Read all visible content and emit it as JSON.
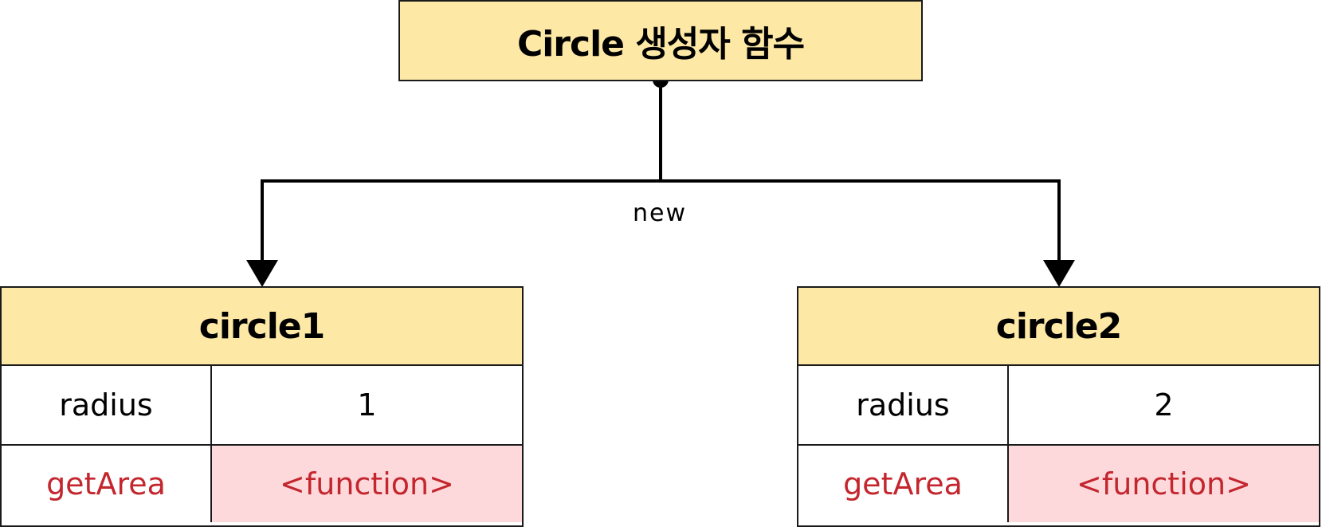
{
  "constructor": {
    "title": "Circle 생성자 함수"
  },
  "edge": {
    "label": "new"
  },
  "instances": [
    {
      "name": "circle1",
      "rows": [
        {
          "key": "radius",
          "value": "1"
        },
        {
          "key": "getArea",
          "value": "<function>"
        }
      ]
    },
    {
      "name": "circle2",
      "rows": [
        {
          "key": "radius",
          "value": "2"
        },
        {
          "key": "getArea",
          "value": "<function>"
        }
      ]
    }
  ],
  "colors": {
    "header_fill": "#fde8a6",
    "method_text": "#c4262e",
    "function_fill": "#fdd9dc",
    "stroke": "#1a1a1a"
  }
}
